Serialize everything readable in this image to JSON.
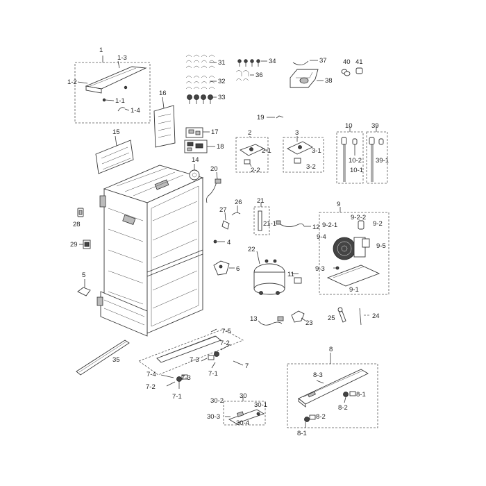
{
  "labels": {
    "p1": "1",
    "p1_1": "1-1",
    "p1_2": "1-2",
    "p1_3": "1-3",
    "p1_4": "1-4",
    "p2": "2",
    "p2_1": "2-1",
    "p2_2": "2-2",
    "p3": "3",
    "p3_1": "3-1",
    "p3_2": "3-2",
    "p4": "4",
    "p5": "5",
    "p6": "6",
    "p7": "7",
    "p7_1a": "7-1",
    "p7_1b": "7-1",
    "p7_2a": "7-2",
    "p7_2b": "7-2",
    "p7_3a": "7-3",
    "p7_3b": "7-3",
    "p7_4": "7-4",
    "p7_5": "7-5",
    "p8": "8",
    "p8_1a": "8-1",
    "p8_1b": "8-1",
    "p8_2a": "8-2",
    "p8_2b": "8-2",
    "p8_3": "8-3",
    "p9": "9",
    "p9_1": "9-1",
    "p9_2": "9-2",
    "p9_2_1": "9-2-1",
    "p9_2_2": "9-2-2",
    "p9_3": "9-3",
    "p9_4": "9-4",
    "p9_5": "9-5",
    "p10": "10",
    "p10_1": "10-1",
    "p10_2": "10-2",
    "p11": "11",
    "p12": "12",
    "p13": "13",
    "p14": "14",
    "p15": "15",
    "p16": "16",
    "p17": "17",
    "p18": "18",
    "p19": "19",
    "p20": "20",
    "p21": "21",
    "p21_1": "21-1",
    "p22": "22",
    "p23": "23",
    "p24": "24",
    "p25": "25",
    "p26": "26",
    "p27": "27",
    "p28": "28",
    "p29": "29",
    "p30": "30",
    "p30_1": "30-1",
    "p30_2": "30-2",
    "p30_3": "30-3",
    "p30_4": "30-4",
    "p31": "31",
    "p32": "32",
    "p33": "33",
    "p34": "34",
    "p35": "35",
    "p36": "36",
    "p37": "37",
    "p38": "38",
    "p39": "39",
    "p39_1": "39-1",
    "p40": "40",
    "p41": "41"
  }
}
